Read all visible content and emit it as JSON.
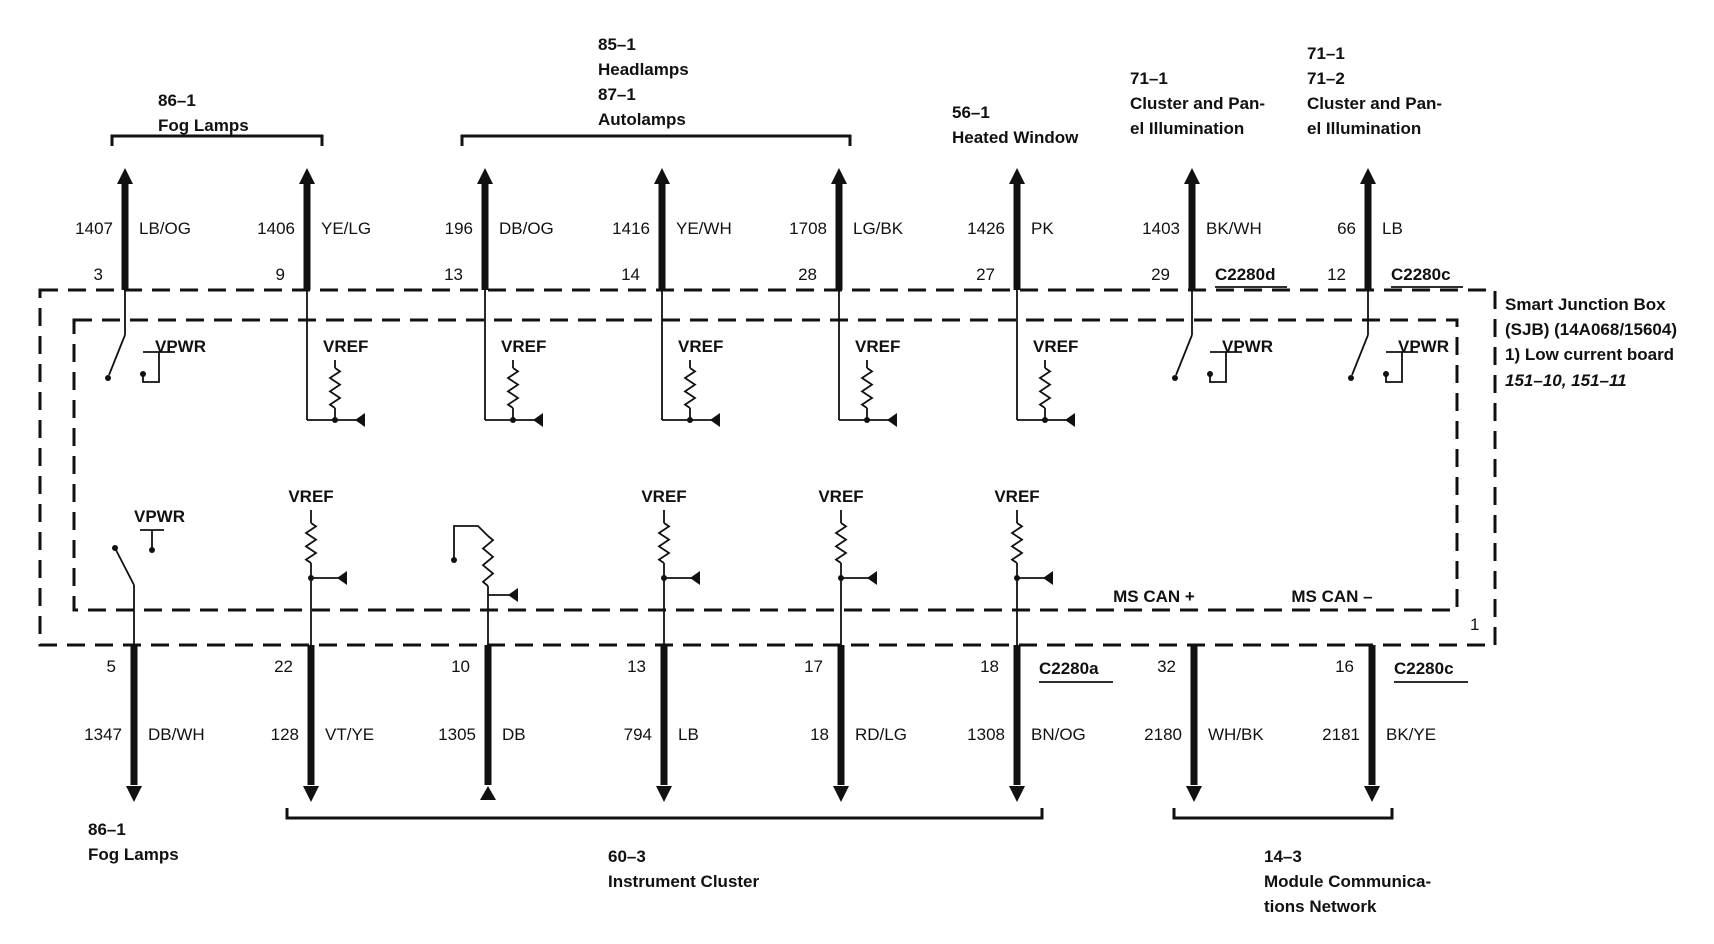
{
  "module": {
    "title": "Smart Junction Box",
    "subtitle": "(SJB) (14A068/15604)",
    "board": "1)    Low current board",
    "refs": "151–10, 151–11",
    "board_number": "1"
  },
  "top_groups": [
    {
      "lines": [
        "86–1",
        "Fog Lamps"
      ]
    },
    {
      "lines": [
        "85–1",
        "Headlamps",
        "87–1",
        "Autolamps"
      ]
    },
    {
      "lines": [
        "56–1",
        "Heated Window"
      ]
    },
    {
      "lines": [
        "71–1",
        "Cluster and Pan-",
        "el Illumination"
      ]
    },
    {
      "lines": [
        "71–1",
        "71–2",
        "Cluster and Pan-",
        "el Illumination"
      ]
    }
  ],
  "top_wires": [
    {
      "circuit": "1407",
      "color": "LB/OG",
      "pin": "3",
      "element": "VPWR",
      "kind": "switch"
    },
    {
      "circuit": "1406",
      "color": "YE/LG",
      "pin": "9",
      "element": "VREF",
      "kind": "pullup"
    },
    {
      "circuit": "196",
      "color": "DB/OG",
      "pin": "13",
      "element": "VREF",
      "kind": "pullup"
    },
    {
      "circuit": "1416",
      "color": "YE/WH",
      "pin": "14",
      "element": "VREF",
      "kind": "pullup"
    },
    {
      "circuit": "1708",
      "color": "LG/BK",
      "pin": "28",
      "element": "VREF",
      "kind": "pullup"
    },
    {
      "circuit": "1426",
      "color": "PK",
      "pin": "27",
      "element": "VREF",
      "kind": "pullup"
    },
    {
      "circuit": "1403",
      "color": "BK/WH",
      "pin": "29",
      "connector": "C2280d",
      "element": "VPWR",
      "kind": "switch"
    },
    {
      "circuit": "66",
      "color": "LB",
      "pin": "12",
      "connector": "C2280c",
      "element": "VPWR",
      "kind": "switch"
    }
  ],
  "bottom_wires": [
    {
      "circuit": "1347",
      "color": "DB/WH",
      "pin": "5",
      "element": "VPWR",
      "kind": "switch"
    },
    {
      "circuit": "128",
      "color": "VT/YE",
      "pin": "22",
      "element": "VREF",
      "kind": "pullup"
    },
    {
      "circuit": "1305",
      "color": "DB",
      "pin": "10",
      "element": "",
      "kind": "ground"
    },
    {
      "circuit": "794",
      "color": "LB",
      "pin": "13",
      "element": "VREF",
      "kind": "pullup"
    },
    {
      "circuit": "18",
      "color": "RD/LG",
      "pin": "17",
      "element": "VREF",
      "kind": "pullup"
    },
    {
      "circuit": "1308",
      "color": "BN/OG",
      "pin": "18",
      "connector": "C2280a",
      "element": "VREF",
      "kind": "pullup"
    },
    {
      "circuit": "2180",
      "color": "WH/BK",
      "pin": "32",
      "element": "MS CAN +",
      "kind": "can"
    },
    {
      "circuit": "2181",
      "color": "BK/YE",
      "pin": "16",
      "connector": "C2280c",
      "element": "MS CAN –",
      "kind": "can"
    }
  ],
  "bottom_groups": [
    {
      "lines": [
        "86–1",
        "Fog Lamps"
      ]
    },
    {
      "lines": [
        "60–3",
        "Instrument Cluster"
      ]
    },
    {
      "lines": [
        "14–3",
        "Module Communica-",
        "tions Network"
      ]
    }
  ]
}
